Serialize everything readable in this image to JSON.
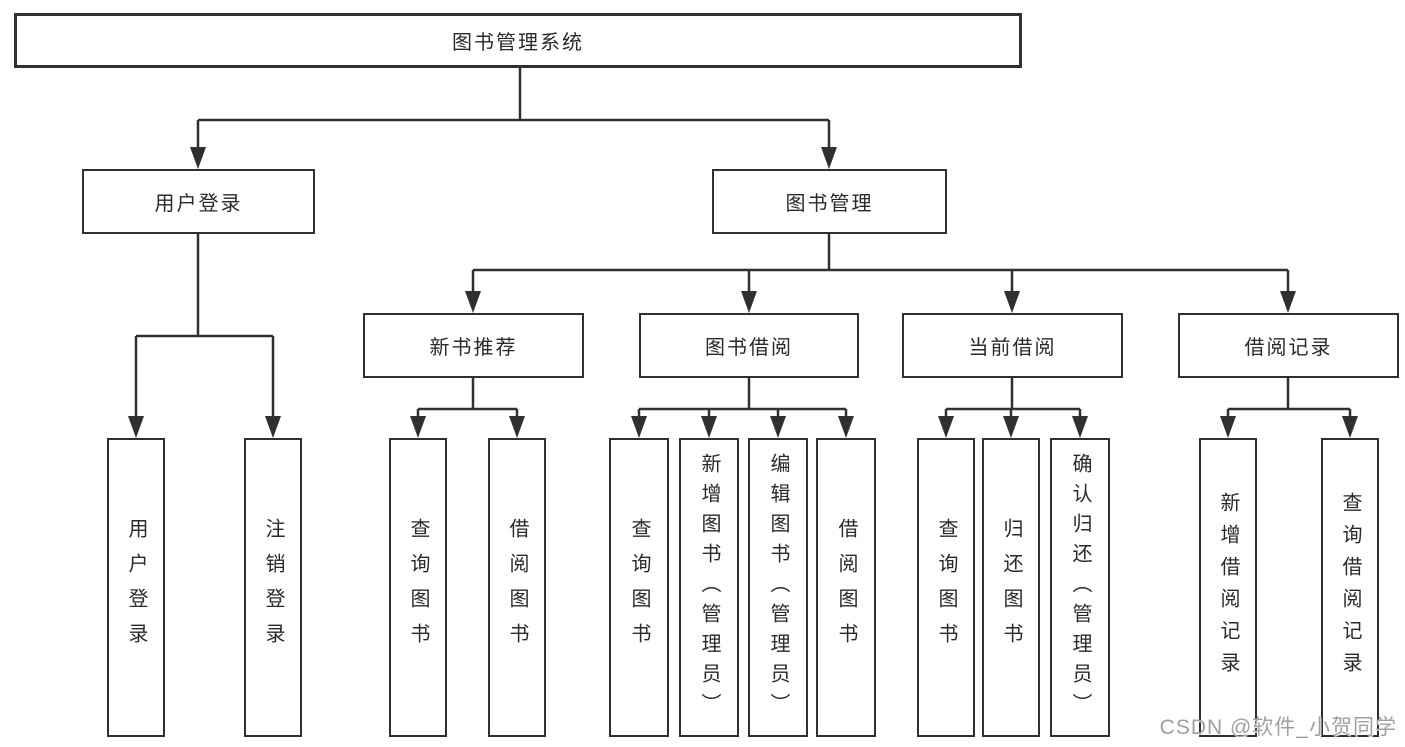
{
  "nodes": {
    "root": "图书管理系统",
    "user_login": "用户登录",
    "book_mgmt": "图书管理",
    "new_book_rec": "新书推荐",
    "book_borrow": "图书借阅",
    "current_borrow": "当前借阅",
    "borrow_records": "借阅记录",
    "leaves": {
      "user_login_login": "用户登录",
      "user_login_logout": "注销登录",
      "rec_query_book": "查询图书",
      "rec_borrow_book": "借阅图书",
      "bb_query_book": "查询图书",
      "bb_add_book": "新增图书（管理员）",
      "bb_edit_book": "编辑图书（管理员）",
      "bb_borrow_book": "借阅图书",
      "cb_query_book": "查询图书",
      "cb_return_book": "归还图书",
      "cb_confirm_return": "确认归还（管理员）",
      "br_add_record": "新增借阅记录",
      "br_query_record": "查询借阅记录"
    }
  },
  "colors": {
    "line": "#303030",
    "text": "#2a2a2a",
    "watermark": "#a0a0a0",
    "background": "#ffffff"
  },
  "watermark": "CSDN @软件_小贺同学"
}
